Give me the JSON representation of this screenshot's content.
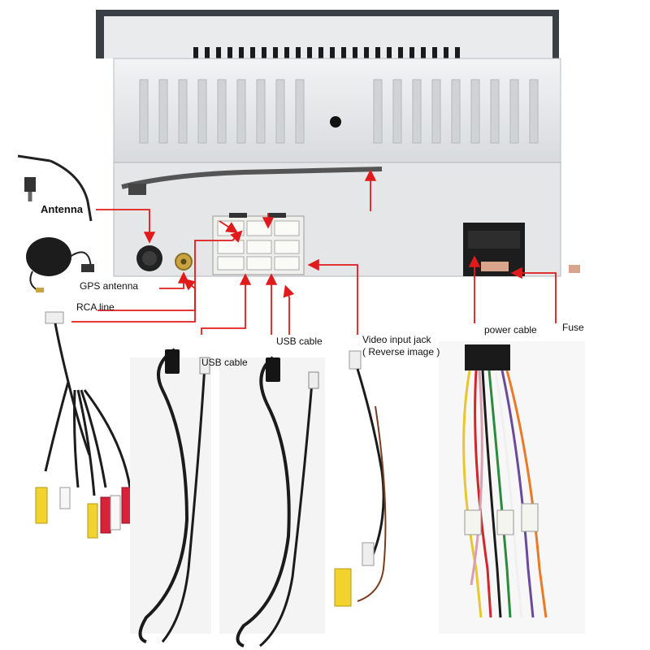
{
  "labels": {
    "antenna": "Antenna",
    "gps_antenna": "GPS antenna",
    "rca_line": "RCA line",
    "usb_cable_1": "USB cable",
    "usb_cable_2": "USB cable",
    "video_input_line1": "Video input jack",
    "video_input_line2": "( Reverse image )",
    "power_cable": "power cable",
    "fuse": "Fuse"
  },
  "colors": {
    "arrow": "#e01b1b",
    "chassis": "#e6e8ea",
    "chassis_dark": "#c9ccd0",
    "slot": "#151515",
    "connector": "#f4f4f2",
    "rca_yellow": "#f2d22c",
    "rca_red": "#d8223a",
    "rca_white": "#f7f7f7",
    "cable": "#1b1b1b"
  },
  "icons": [
    "antenna-icon",
    "gps-antenna-icon",
    "rca-plug-icon",
    "usb-plug-icon",
    "iso-connector-icon",
    "fuse-icon"
  ]
}
